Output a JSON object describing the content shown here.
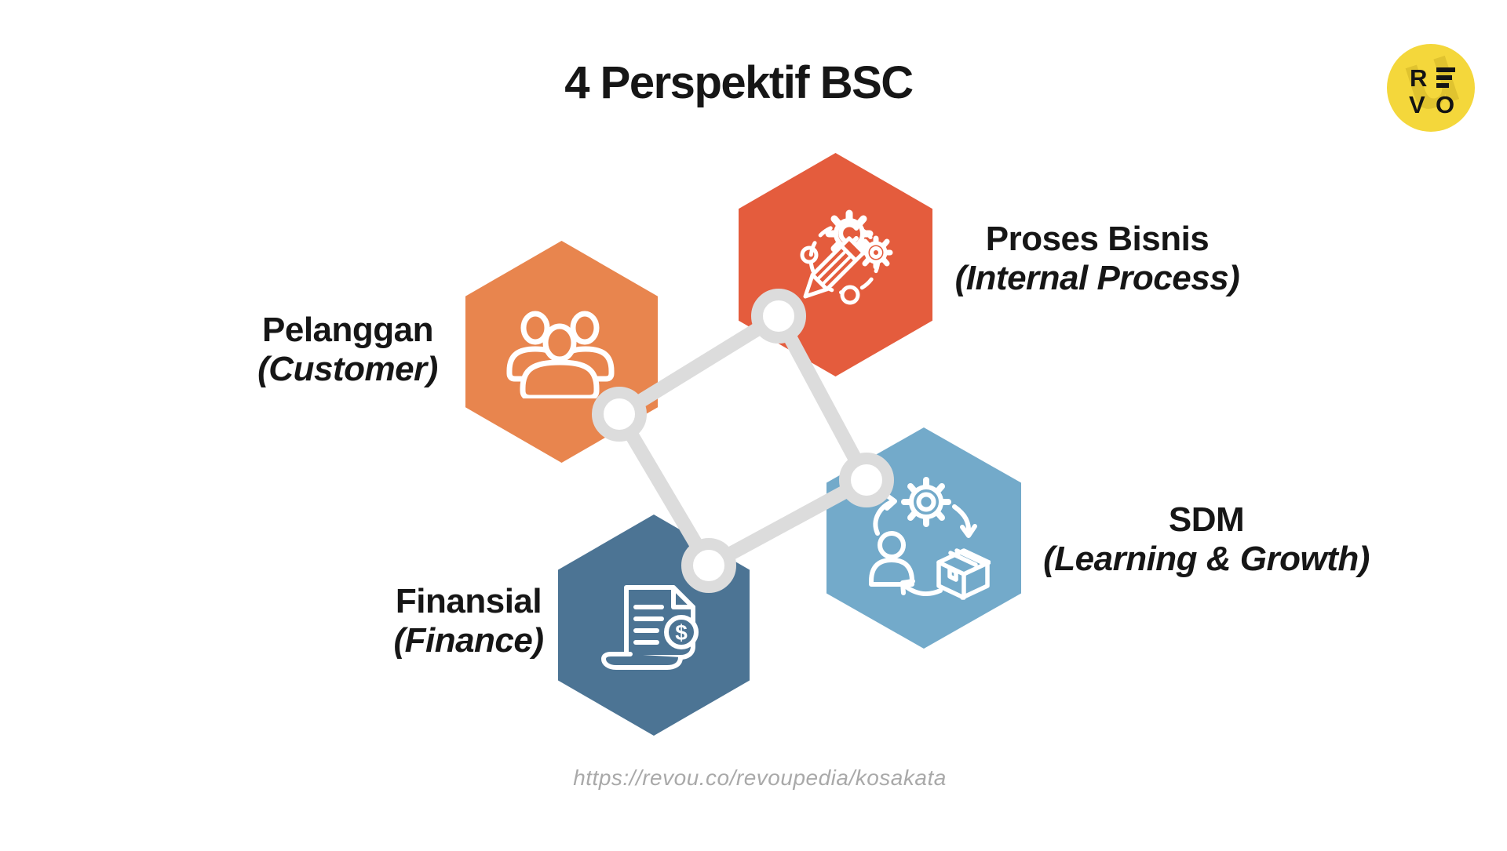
{
  "title": "4 Perspektif BSC",
  "perspectives": [
    {
      "name": "Pelanggan",
      "english": "(Customer)",
      "color": "#E8854E",
      "icon": "customer-group-icon"
    },
    {
      "name": "Proses Bisnis",
      "english": "(Internal Process)",
      "color": "#E45C3D",
      "icon": "gears-pencil-icon"
    },
    {
      "name": "Finansial",
      "english": "(Finance)",
      "color": "#4C7494",
      "icon": "invoice-dollar-icon"
    },
    {
      "name": "SDM",
      "english": "(Learning & Growth)",
      "color": "#73AACA",
      "icon": "person-gear-box-cycle-icon"
    }
  ],
  "connector": {
    "color": "#DCDCDC"
  },
  "footer": {
    "url": "https://revou.co/revoupedia/kosakata"
  },
  "logo": {
    "bg": "#F4D73B",
    "letters": [
      "R",
      "E",
      "V",
      "O"
    ]
  },
  "glyphs": {
    "dollar": "$"
  }
}
